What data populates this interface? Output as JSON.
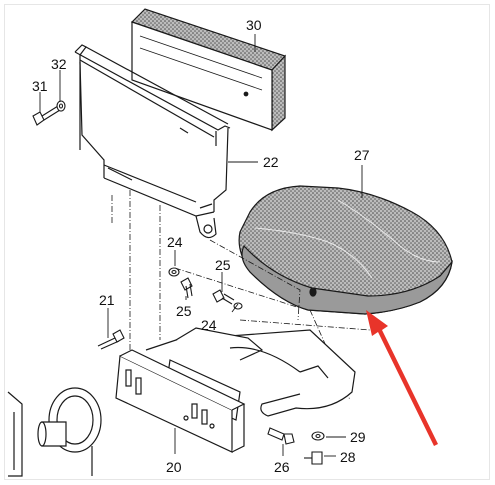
{
  "callouts": {
    "c20": "20",
    "c21": "21",
    "c22": "22",
    "c24a": "24",
    "c24b": "24",
    "c25a": "25",
    "c25b": "25",
    "c26": "26",
    "c27": "27",
    "c28": "28",
    "c29": "29",
    "c30": "30",
    "c31": "31",
    "c32": "32"
  },
  "colors": {
    "line": "#1a1a1a",
    "arrow": "#e8342a",
    "fill_pattern": "#7a7a7a"
  }
}
